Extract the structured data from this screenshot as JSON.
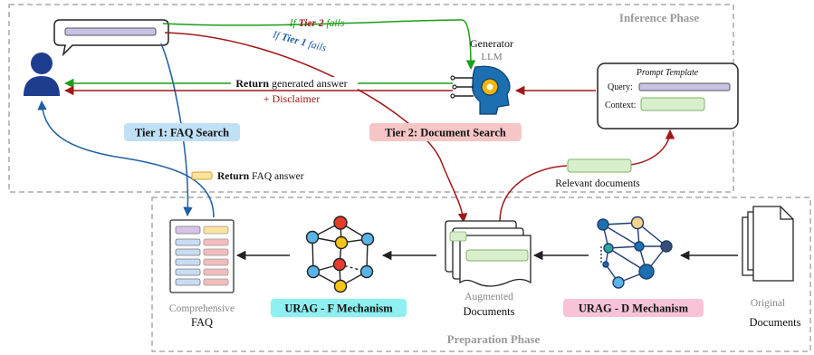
{
  "phases": {
    "inference": "Inference Phase",
    "preparation": "Preparation Phase"
  },
  "generator": {
    "title": "Generator",
    "subtitle": "LLM"
  },
  "prompt_template": {
    "title": "Prompt Template",
    "query_label": "Query:",
    "context_label": "Context:"
  },
  "flows": {
    "tier2_fails_if": "If",
    "tier2_fails_tier": "Tier 2",
    "tier2_fails_suffix": "fails",
    "tier1_fails_if": "If",
    "tier1_fails_tier": "Tier 1",
    "tier1_fails_suffix": "fails",
    "return_bold": "Return",
    "return_rest": "generated answer",
    "disclaimer": "+ Disclaimer",
    "faq_return_bold": "Return",
    "faq_return_rest": "FAQ answer",
    "relevant_documents": "Relevant documents"
  },
  "tiers": {
    "tier1": "Tier 1: FAQ Search",
    "tier2": "Tier 2: Document Search"
  },
  "mechanisms": {
    "urag_f": "URAG - F Mechanism",
    "urag_d": "URAG - D Mechanism"
  },
  "documents": {
    "faq_line1": "Comprehensive",
    "faq_line2": "FAQ",
    "augmented_line1": "Augmented",
    "augmented_line2": "Documents",
    "original_line1": "Original",
    "original_line2": "Documents"
  },
  "colors": {
    "green": "#1a9e1a",
    "red": "#a01818",
    "blue": "#1f5fa5",
    "user": "#1e3d8f",
    "tier1_bg": "#bfe0f5",
    "tier2_bg": "#f6c6c6",
    "urag_f_bg": "#8ef0f0",
    "urag_d_bg": "#f8c3d8",
    "box_green": "#d8efcc",
    "box_purple": "#c8c3e6"
  }
}
